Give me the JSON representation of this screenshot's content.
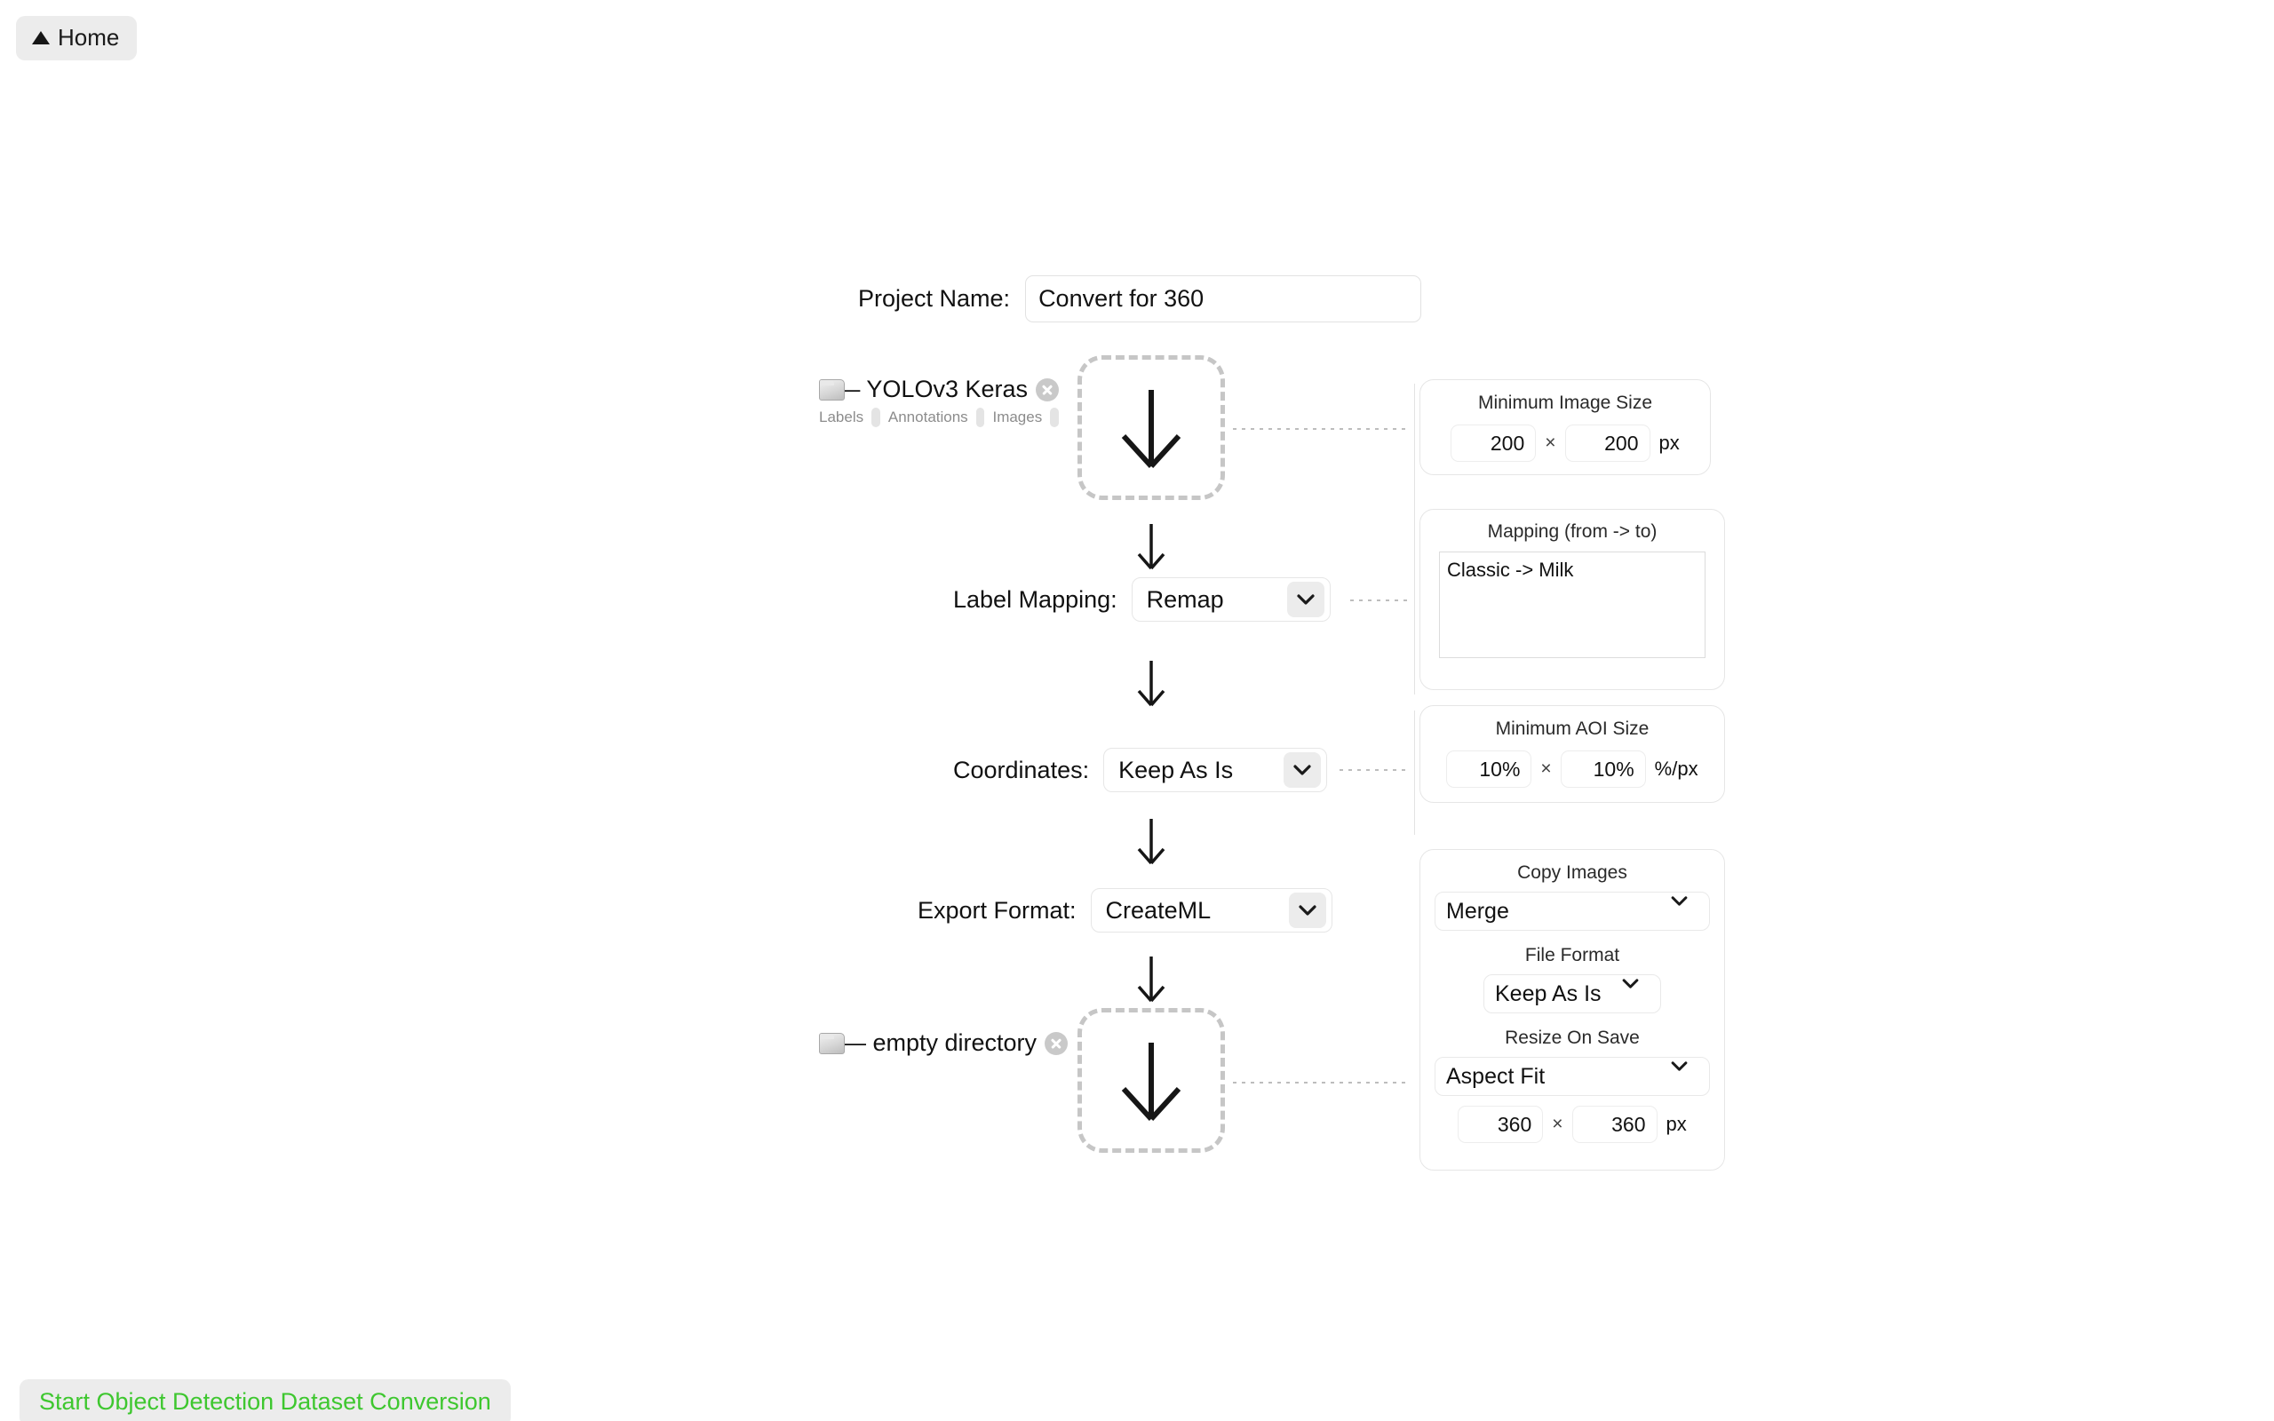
{
  "topbar": {
    "home_label": "Home",
    "home_icon": "triangle-up-icon"
  },
  "project": {
    "label": "Project Name:",
    "value": "Convert for 360",
    "placeholder": "Project Name"
  },
  "source": {
    "folder_icon": "folder-icon",
    "name": "— YOLOv3 Keras",
    "remove_icon": "close-circle-icon",
    "counters": [
      {
        "label": "Labels",
        "value": ""
      },
      {
        "label": "Annotations",
        "value": ""
      },
      {
        "label": "Images",
        "value": ""
      }
    ],
    "dropzone_icon": "arrow-down-icon"
  },
  "destination": {
    "folder_icon": "folder-icon",
    "name": "— empty directory",
    "remove_icon": "close-circle-icon",
    "dropzone_icon": "arrow-down-icon"
  },
  "steps": {
    "label_mapping": {
      "label": "Label Mapping:",
      "value": "Remap"
    },
    "coordinates": {
      "label": "Coordinates:",
      "value": "Keep As Is"
    },
    "export_format": {
      "label": "Export Format:",
      "value": "CreateML"
    }
  },
  "panels": {
    "min_image_size": {
      "title": "Minimum Image Size",
      "width": "200",
      "height": "200",
      "separator": "×",
      "unit": "px"
    },
    "mapping": {
      "title": "Mapping (from -> to)",
      "text": "Classic -> Milk"
    },
    "min_aoi_size": {
      "title": "Minimum AOI Size",
      "width": "10%",
      "height": "10%",
      "separator": "×",
      "unit": "%/px"
    },
    "output": {
      "copy_images_title": "Copy Images",
      "copy_images_value": "Merge",
      "file_format_title": "File Format",
      "file_format_value": "Keep As Is",
      "resize_title": "Resize On Save",
      "resize_value": "Aspect Fit",
      "resize_width": "360",
      "resize_height": "360",
      "separator": "×",
      "unit": "px"
    }
  },
  "footer": {
    "start_label": "Start Object Detection Dataset Conversion"
  },
  "colors": {
    "accent_green": "#3ec72f",
    "button_bg": "#ececec",
    "panel_border": "#e6e6e6",
    "dash_border": "#c6c6c6"
  }
}
